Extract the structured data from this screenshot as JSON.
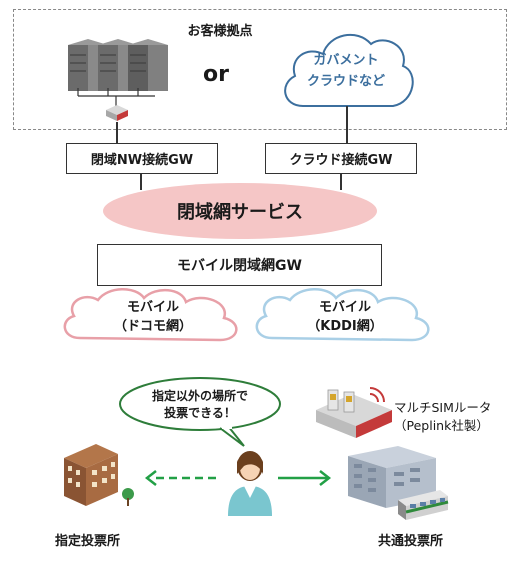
{
  "customer_site": {
    "title": "お客様拠点",
    "or_label": "or"
  },
  "gov_cloud": {
    "line1": "ガバメント",
    "line2": "クラウドなど"
  },
  "gateways": {
    "closed_nw": "閉域NW接続GW",
    "cloud": "クラウド接続GW"
  },
  "service": {
    "label": "閉域網サービス"
  },
  "mobile_gw": {
    "label": "モバイル閉域網GW"
  },
  "mobile_docomo": {
    "line1": "モバイル",
    "line2": "（ドコモ網）"
  },
  "mobile_kddi": {
    "line1": "モバイル",
    "line2": "（KDDI網）"
  },
  "speech": {
    "line1": "指定以外の場所で",
    "line2": "投票できる！"
  },
  "router": {
    "line1": "マルチSIMルータ",
    "line2": "（Peplink社製）"
  },
  "designated_station": {
    "label": "指定投票所"
  },
  "common_station": {
    "label": "共通投票所"
  },
  "colors": {
    "cloud_blue": "#3c6f9e",
    "docomo_pink": "#e8a0a8",
    "kddi_blue": "#a9cfe6",
    "service_pink": "#f5c6c6",
    "arrow_green": "#22a046",
    "speech_green": "#2e7d3a"
  }
}
